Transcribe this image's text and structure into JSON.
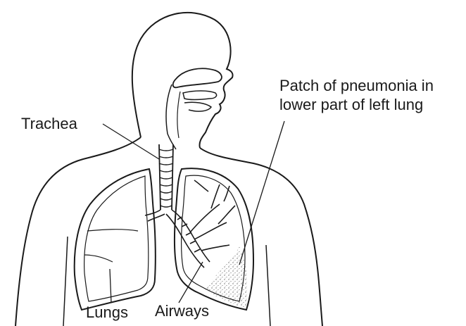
{
  "labels": {
    "trachea": "Trachea",
    "patch_line1": "Patch of pneumonia in",
    "patch_line2": "lower part of left lung",
    "lungs": "Lungs",
    "airways": "Airways"
  },
  "colors": {
    "ink": "#1a1a1a",
    "background": "#ffffff"
  }
}
